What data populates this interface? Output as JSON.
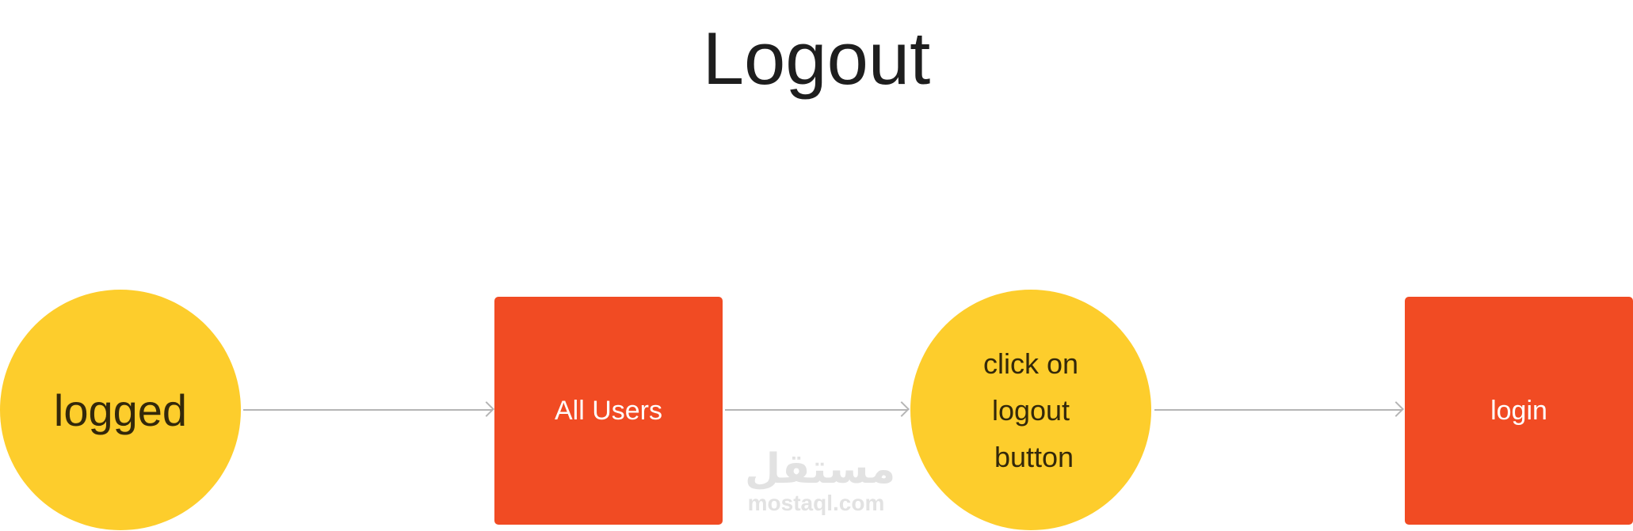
{
  "title": "Logout",
  "nodes": [
    {
      "label": "logged",
      "shape": "circle"
    },
    {
      "label": "All Users",
      "shape": "rect"
    },
    {
      "label_lines": [
        "click on",
        "logout",
        "button"
      ],
      "shape": "circle"
    },
    {
      "label": "login",
      "shape": "rect"
    }
  ],
  "watermark": {
    "arabic": "مستقل",
    "latin": "mostaql.com"
  },
  "colors": {
    "circle": "#FDCD2C",
    "rect": "#F14B23",
    "arrow": "#B5B5B5"
  }
}
